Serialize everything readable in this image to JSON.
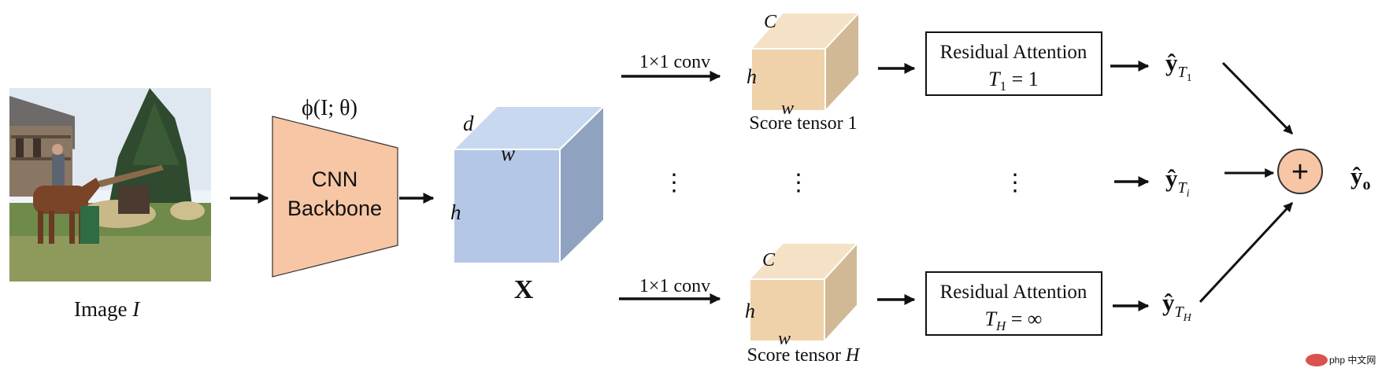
{
  "input": {
    "caption_text": "Image ",
    "caption_symbol": "I"
  },
  "backbone": {
    "formula": "ϕ(I; θ)",
    "line1": "CNN",
    "line2": "Backbone"
  },
  "feature_tensor": {
    "label_d": "d",
    "label_w": "w",
    "label_h": "h",
    "name": "X"
  },
  "branches": [
    {
      "conv_label": "1×1 conv",
      "cube_c": "C",
      "cube_h": "h",
      "cube_w": "w",
      "score_text": "Score tensor 1",
      "ra_line1": "Residual Attention",
      "ra_t": "T",
      "ra_sub": "1",
      "ra_rhs": " = 1",
      "out_y": "ŷ",
      "out_t": "T",
      "out_sub": "1"
    },
    {
      "out_y": "ŷ",
      "out_t": "T",
      "out_sub": "i"
    },
    {
      "conv_label": "1×1 conv",
      "cube_c": "C",
      "cube_h": "h",
      "cube_w": "w",
      "score_text": "Score tensor ",
      "score_symbol": "H",
      "ra_line1": "Residual Attention",
      "ra_t": "T",
      "ra_sub": "H",
      "ra_rhs": " = ∞",
      "out_y": "ŷ",
      "out_t": "T",
      "out_sub": "H"
    }
  ],
  "ellipsis": "⋮",
  "sum_symbol": "+",
  "final_output": {
    "y": "ŷ",
    "sub": "o"
  },
  "watermark": "php 中文网",
  "colors": {
    "backbone_fill": "#f7c6a4",
    "tensor_front": "#b4c7e7",
    "tensor_top": "#c9d8f1",
    "tensor_side": "#8fa2bf",
    "score_front": "#efd2aa",
    "score_top": "#f5e2c6",
    "score_side": "#d0b994",
    "sum_fill": "#f7c6a4",
    "line": "#111111"
  }
}
